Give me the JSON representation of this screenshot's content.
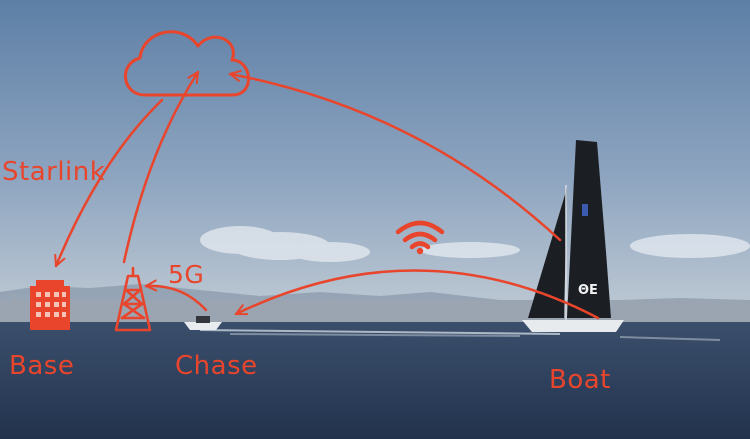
{
  "labels": {
    "starlink": "Starlink",
    "fiveg": "5G",
    "base": "Base",
    "chase": "Chase",
    "boat": "Boat"
  },
  "sail_logo": "ΘE",
  "icons": [
    "cloud-icon",
    "building-icon",
    "cell-tower-icon",
    "wifi-icon"
  ],
  "colors": {
    "accent": "#e8452c",
    "sky_top": "#5d7fa6",
    "sky_horizon": "#b9c7d4",
    "sea": "#2c3f5e"
  }
}
